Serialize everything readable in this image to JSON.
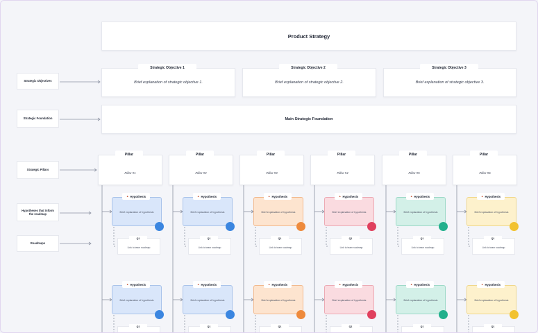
{
  "header": {
    "title": "Product Strategy"
  },
  "left_labels": [
    "Strategic Objectives",
    "Strategic Foundation",
    "Strategic Pillars",
    "Hypotheses that inform the roadmap",
    "Roadmaps"
  ],
  "objectives": [
    {
      "tab": "Strategic Objective 1",
      "text": "Brief explanation of strategic objective 1."
    },
    {
      "tab": "Strategic Objective 2",
      "text": "Brief explanation of strategic objective 2."
    },
    {
      "tab": "Strategic Objective 3",
      "text": "Brief explanation of strategic objective 3."
    }
  ],
  "foundation": {
    "title": "Main Strategic Foundation"
  },
  "pillars": [
    {
      "tab": "Pillar",
      "name": "Pillar #1"
    },
    {
      "tab": "Pillar",
      "name": "Pillar #2"
    },
    {
      "tab": "Pillar",
      "name": "Pillar #3"
    },
    {
      "tab": "Pillar",
      "name": "Pillar #4"
    },
    {
      "tab": "Pillar",
      "name": "Pillar #5"
    },
    {
      "tab": "Pillar",
      "name": "Pillar #6"
    }
  ],
  "hypothesis": {
    "tab": "Hypothesis",
    "text": "Brief explanation of hypothesis",
    "icon": "lightbulb-icon"
  },
  "roadmap": {
    "tab": "Q1",
    "text": "Link to team roadmap"
  },
  "colors": [
    {
      "fill": "#d9e6fa",
      "border": "#a9c3ea",
      "badge": "#3b86e0"
    },
    {
      "fill": "#d9e6fa",
      "border": "#a9c3ea",
      "badge": "#3b86e0"
    },
    {
      "fill": "#fde4cf",
      "border": "#f2b98d",
      "badge": "#ee8a3c"
    },
    {
      "fill": "#fadbe0",
      "border": "#ecaab4",
      "badge": "#e0405e"
    },
    {
      "fill": "#d3f0e8",
      "border": "#9dd9c7",
      "badge": "#22b08c"
    },
    {
      "fill": "#fdf1cc",
      "border": "#f0d78a",
      "badge": "#f2c230"
    }
  ]
}
